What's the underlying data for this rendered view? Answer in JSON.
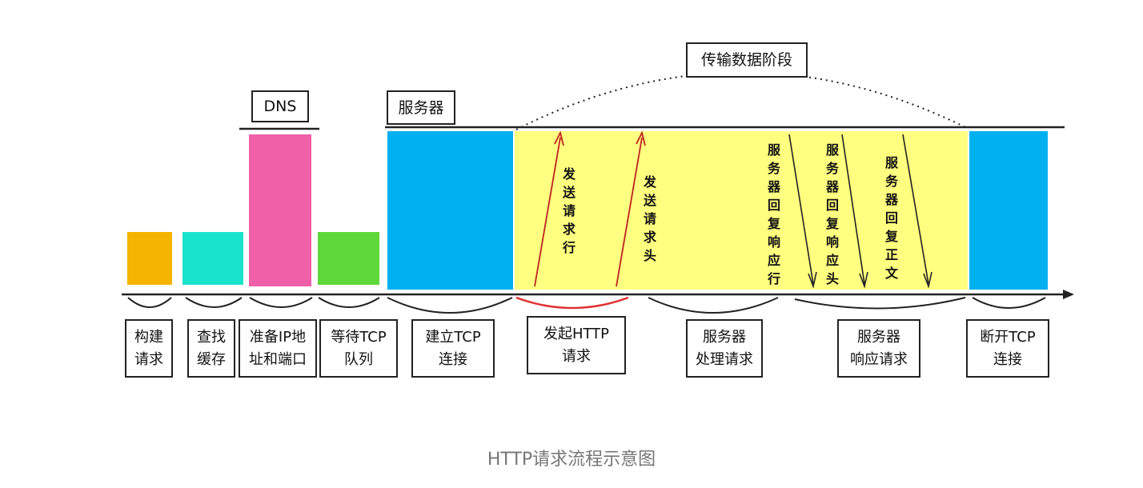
{
  "caption": "HTTP请求流程示意图",
  "top_labels": {
    "dns": "DNS",
    "server": "服务器",
    "transfer": "传输数据阶段"
  },
  "stages": [
    {
      "label": "构建\n请求",
      "color": "#f5b400"
    },
    {
      "label": "查找\n缓存",
      "color": "#19e3cc"
    },
    {
      "label": "准备IP地\n址和端口",
      "color": "#f060a8"
    },
    {
      "label": "等待TCP\n队列",
      "color": "#5fd83a"
    },
    {
      "label": "建立TCP\n连接",
      "color": "#00b0f0"
    },
    {
      "label": "发起HTTP\n请求",
      "color": "#ffff80"
    },
    {
      "label": "服务器\n处理请求",
      "color": "#ffff80"
    },
    {
      "label": "服务器\n响应请求",
      "color": "#ffff80"
    },
    {
      "label": "断开TCP\n连接",
      "color": "#00b0f0"
    }
  ],
  "arrows": [
    {
      "text": "发送请求行",
      "direction": "up"
    },
    {
      "text": "发送请求头",
      "direction": "up"
    },
    {
      "text": "服务器回复响应行",
      "direction": "down"
    },
    {
      "text": "服务器回复响应头",
      "direction": "down"
    },
    {
      "text": "服务器回复正文",
      "direction": "down"
    }
  ],
  "colors": {
    "request_arc": "#e03030",
    "line": "#222222"
  }
}
